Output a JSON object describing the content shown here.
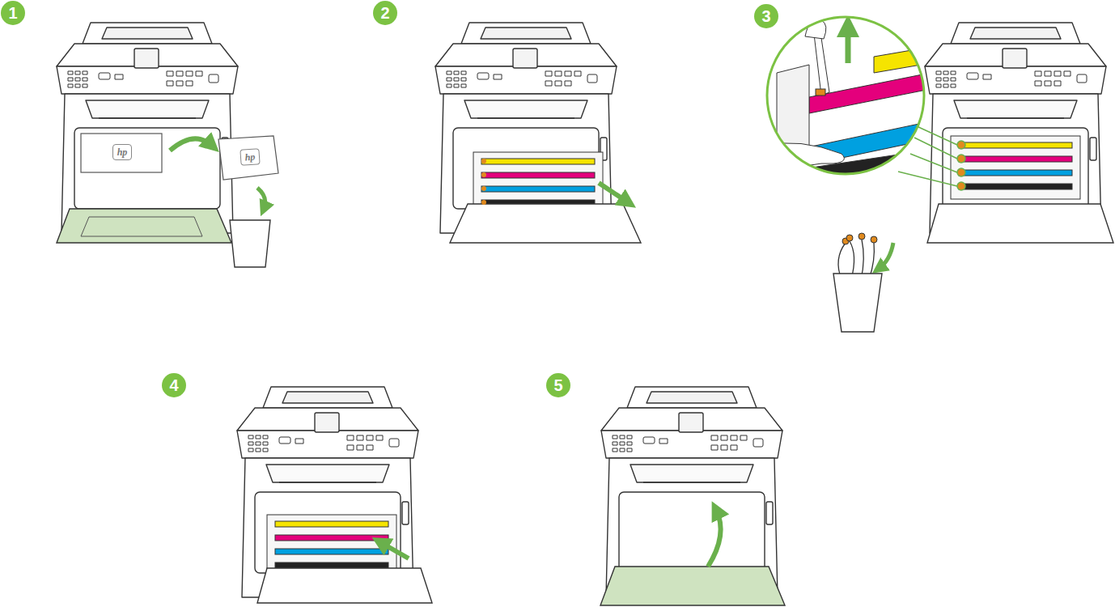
{
  "diagram": {
    "nodes": [
      {
        "text": [
          "1"
        ]
      },
      {
        "text": [
          "2"
        ]
      },
      {
        "text": [
          "3"
        ]
      },
      {
        "text": [
          "4"
        ]
      },
      {
        "text": [
          "5"
        ]
      }
    ],
    "labels": [
      "hp",
      "hp"
    ]
  }
}
